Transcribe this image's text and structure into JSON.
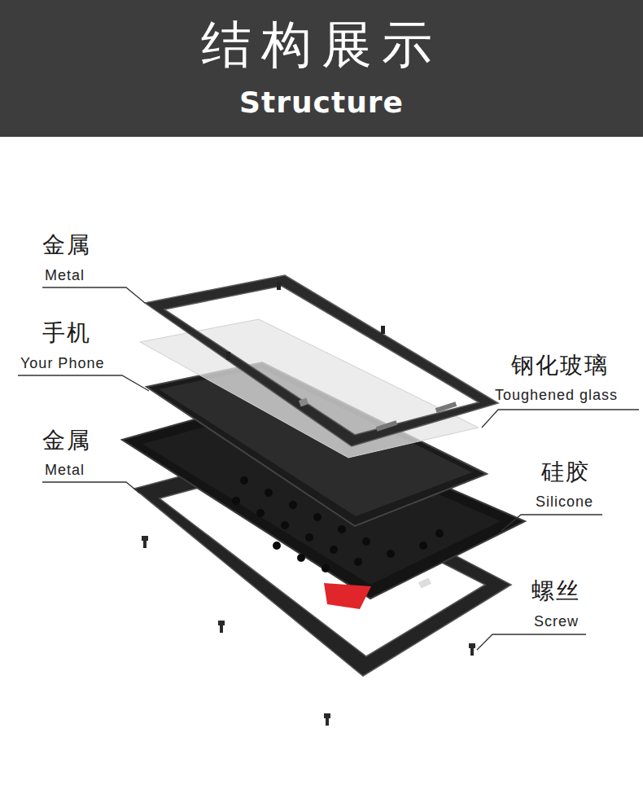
{
  "diagram": {
    "title": "结构展示",
    "labels": [
      "Structure",
      "金属",
      "Metal",
      "手机",
      "Your Phone",
      "钢化玻璃",
      "Toughened glass",
      "金属",
      "Metal",
      "硅胶",
      "Silicone",
      "螺丝",
      "Screw"
    ]
  }
}
